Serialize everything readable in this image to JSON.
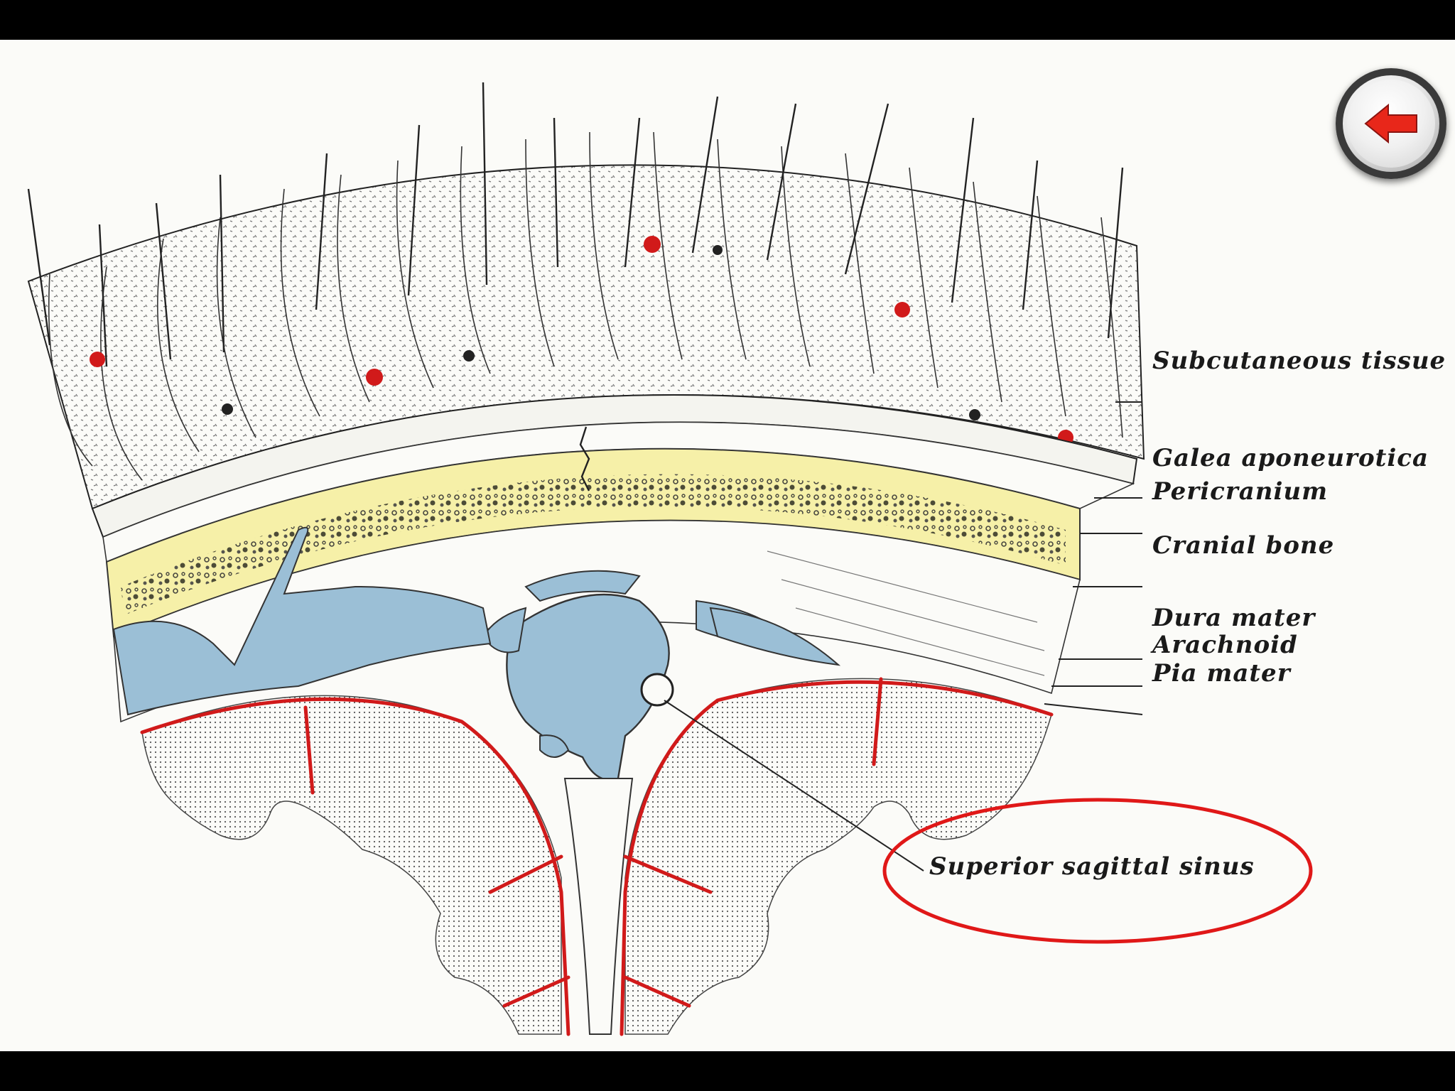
{
  "labels": {
    "subcutaneous_tissue": "Subcutaneous tissue",
    "galea_aponeurotica": "Galea aponeurotica",
    "pericranium": "Pericranium",
    "cranial_bone": "Cranial bone",
    "dura_mater": "Dura mater",
    "arachnoid": "Arachnoid",
    "pia_mater": "Pia mater",
    "superior_sagittal_sinus": "Superior sagittal sinus"
  },
  "back_button": {
    "icon": "left-arrow-icon"
  },
  "colors": {
    "highlight_ellipse": "#e01818",
    "arrow": "#e8271a",
    "bone_yellow": "#f6f0a8",
    "sinus_blue": "#9bbfd6",
    "vessel_red": "#d11a1a"
  }
}
